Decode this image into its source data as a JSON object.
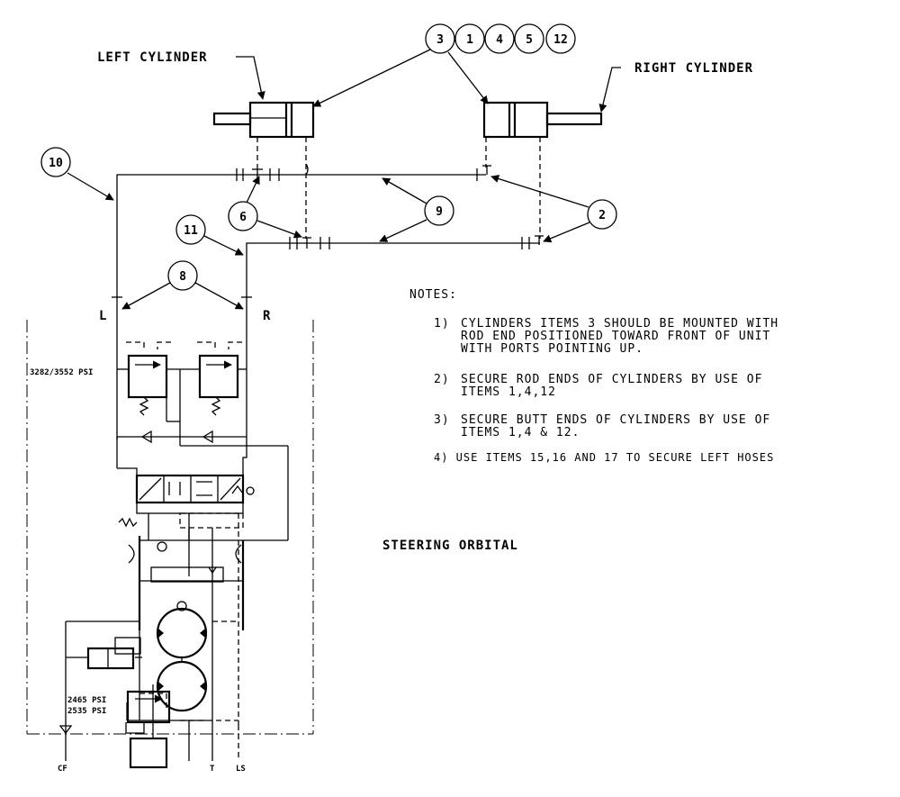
{
  "labels": {
    "left_cylinder": "LEFT CYLINDER",
    "right_cylinder": "RIGHT CYLINDER",
    "steering_orbital": "STEERING ORBITAL",
    "port_l": "L",
    "port_r": "R",
    "pressure_relief": "3282/3552 PSI",
    "pressure_a": "2465 PSI",
    "pressure_b": "2535 PSI",
    "port_cf": "CF",
    "port_t": "T",
    "port_ls": "LS"
  },
  "callouts": {
    "c3": "3",
    "c1": "1",
    "c4": "4",
    "c5": "5",
    "c12": "12",
    "c10": "10",
    "c6": "6",
    "c9": "9",
    "c2": "2",
    "c11": "11",
    "c8": "8"
  },
  "notes": {
    "heading": "NOTES:",
    "n1_num": "1)",
    "n1_l1": "CYLINDERS ITEMS 3 SHOULD BE MOUNTED WITH",
    "n1_l2": "ROD END POSITIONED TOWARD FRONT OF UNIT",
    "n1_l3": "WITH PORTS POINTING UP.",
    "n2_num": "2)",
    "n2_l1": "SECURE ROD ENDS OF CYLINDERS BY USE OF",
    "n2_l2": "ITEMS 1,4,12",
    "n3_num": "3)",
    "n3_l1": "SECURE BUTT ENDS OF CYLINDERS BY USE OF",
    "n3_l2": "ITEMS 1,4 & 12.",
    "n4": "4) USE ITEMS 15,16 AND 17 TO SECURE LEFT HOSES"
  }
}
